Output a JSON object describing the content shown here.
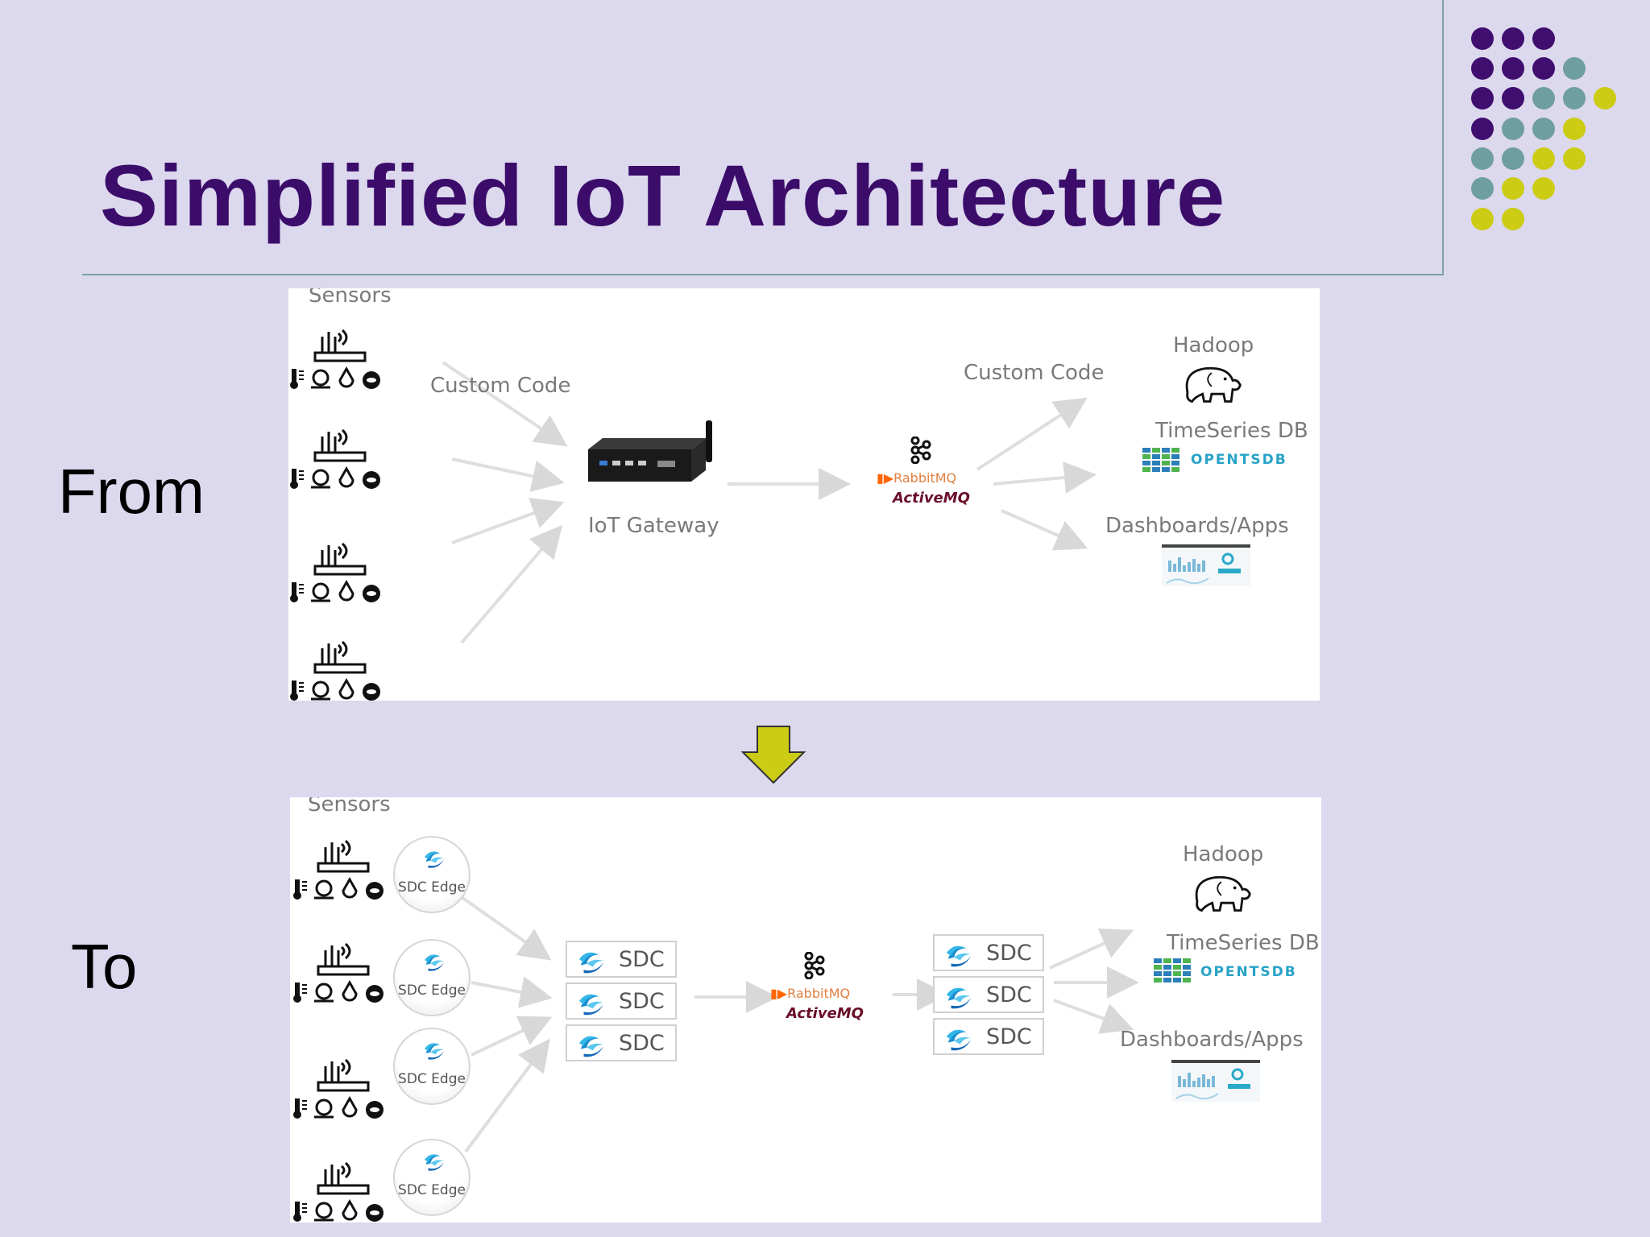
{
  "slide": {
    "title": "Simplified IoT Architecture"
  },
  "labels": {
    "from": "From",
    "to": "To"
  },
  "colors": {
    "title": "#3b0c6a",
    "background": "#dcd8ee",
    "dot_purple": "#3f0e6f",
    "dot_teal": "#6f9ea0",
    "dot_yellow": "#cccc14",
    "arrow": "#cccc14"
  },
  "from_diagram": {
    "sensors_label": "Sensors",
    "custom_code_left": "Custom Code",
    "gateway_label": "IoT Gateway",
    "custom_code_right": "Custom Code",
    "brokers": {
      "rabbit": "RabbitMQ",
      "active": "ActiveMQ"
    },
    "targets": {
      "hadoop": "Hadoop",
      "tsdb": "TimeSeries DB",
      "tsdb_logo": "OPENTSDB",
      "dashboards": "Dashboards/Apps"
    }
  },
  "to_diagram": {
    "sensors_label": "Sensors",
    "edge_label": "SDC Edge",
    "sdc_label": "SDC",
    "brokers": {
      "rabbit": "RabbitMQ",
      "active": "ActiveMQ"
    },
    "targets": {
      "hadoop": "Hadoop",
      "tsdb": "TimeSeries DB",
      "tsdb_logo": "OPENTSDB",
      "dashboards": "Dashboards/Apps"
    }
  },
  "icons": [
    "sensor-router-icon",
    "thermometer-icon",
    "gauge-icon",
    "droplet-icon",
    "pollution-icon",
    "gateway-device-icon",
    "kafka-icon",
    "hadoop-elephant-icon",
    "opentsdb-logo-icon",
    "dashboard-thumbnail-icon",
    "sdc-logo-icon",
    "down-arrow-icon"
  ]
}
